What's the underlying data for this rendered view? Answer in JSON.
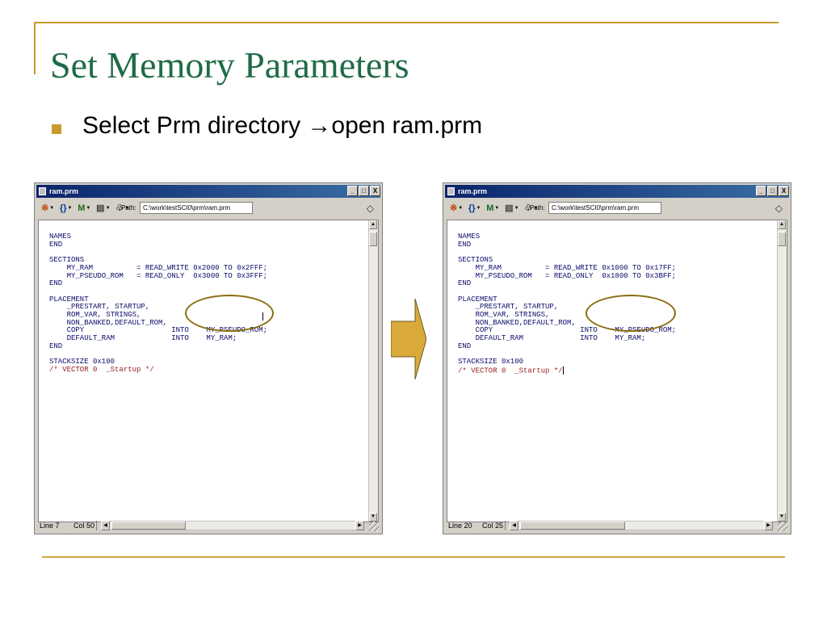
{
  "slide": {
    "title": "Set Memory Parameters",
    "bullet": "Select Prm directory →open ram.prm"
  },
  "colors": {
    "title": "#1f6b46",
    "accent": "#c99a2c",
    "code_text": "#0b0b6a",
    "comment": "#9a1a1a",
    "highlight_ellipse": "#8a6d10",
    "titlebar": "#0a246a"
  },
  "windows": [
    {
      "title": "ram.prm",
      "controls": [
        "_",
        "□",
        "X"
      ],
      "toolbar": {
        "path_label": "Path:",
        "path_value": "C:\\work\\testSCI0\\prm\\ram.prm",
        "icons": [
          "flag-icon",
          "braces-icon",
          "bookmark-icon",
          "file-icon",
          "pin-icon"
        ]
      },
      "code": "NAMES\nEND\n\nSECTIONS\n    MY_RAM          = READ_WRITE 0x2000 TO 0x2FFF;\n    MY_PSEUDO_ROM   = READ_ONLY  0x3000 TO 0x3FFF;  \nEND\n\nPLACEMENT\n    _PRESTART, STARTUP,\n    ROM_VAR, STRINGS,\n    NON_BANKED,DEFAULT_ROM,\n    COPY                    INTO    MY_PSEUDO_ROM;\n    DEFAULT_RAM             INTO    MY_RAM;\nEND\n\nSTACKSIZE 0x100\n",
      "comment": "/* VECTOR 0  _Startup */",
      "status": {
        "line": "Line 7",
        "col": "Col 50"
      }
    },
    {
      "title": "ram.prm",
      "controls": [
        "_",
        "□",
        "X"
      ],
      "toolbar": {
        "path_label": "Path:",
        "path_value": "C:\\work\\testSCI0\\prm\\ram.prm",
        "icons": [
          "flag-icon",
          "braces-icon",
          "bookmark-icon",
          "file-icon",
          "pin-icon"
        ]
      },
      "code": "NAMES\nEND\n\nSECTIONS\n    MY_RAM          = READ_WRITE 0x1000 TO 0x17FF;\n    MY_PSEUDO_ROM   = READ_ONLY  0x1800 TO 0x3BFF;\nEND\n\nPLACEMENT\n    _PRESTART, STARTUP,\n    ROM_VAR, STRINGS,\n    NON_BANKED,DEFAULT_ROM,\n    COPY                    INTO    MY_PSEUDO_ROM;\n    DEFAULT_RAM             INTO    MY_RAM;\nEND\n\nSTACKSIZE 0x100\n",
      "comment": "/* VECTOR 0  _Startup */",
      "status": {
        "line": "Line 20",
        "col": "Col 25"
      }
    }
  ]
}
